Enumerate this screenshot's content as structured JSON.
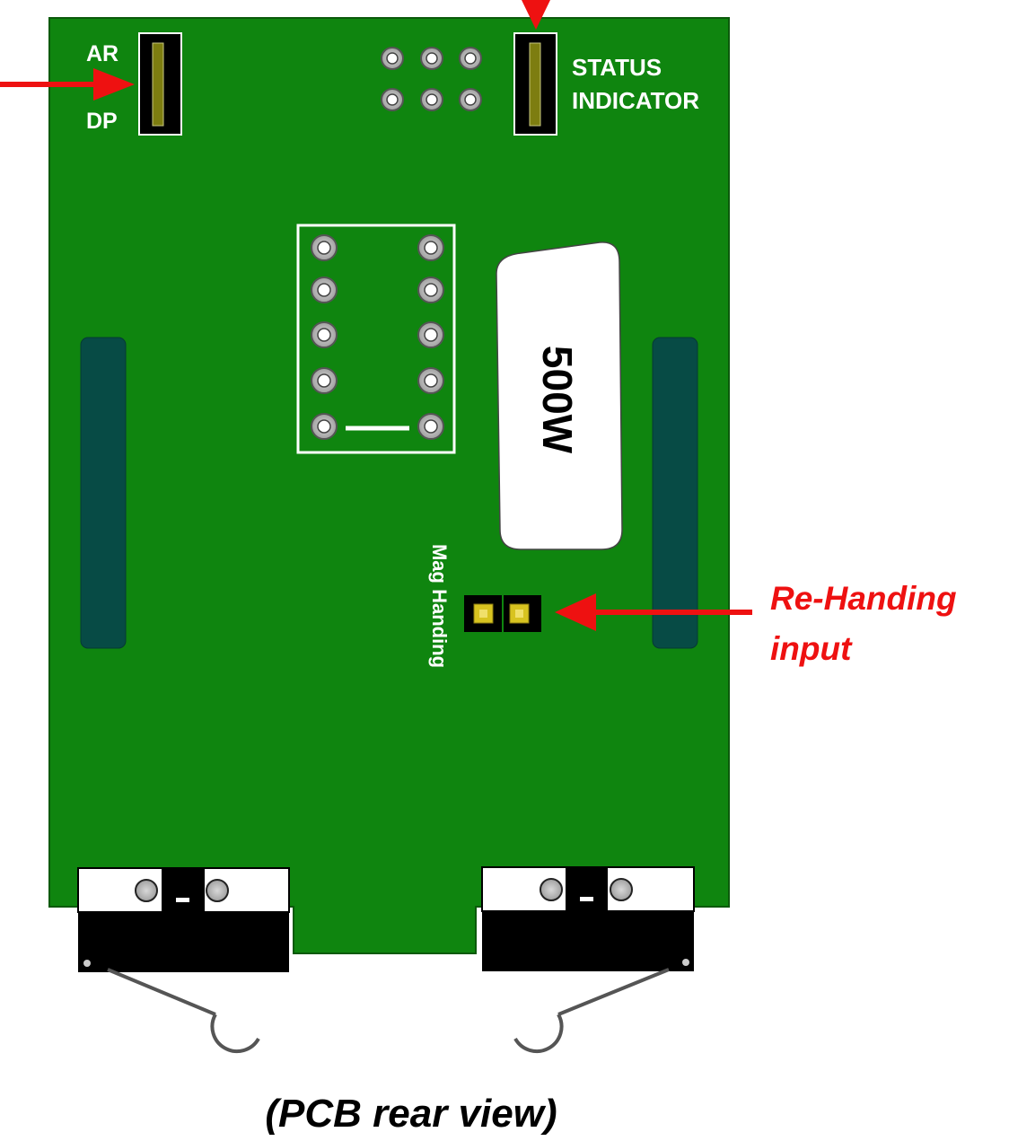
{
  "labels": {
    "ar": "AR",
    "dp": "DP",
    "status_line1": "STATUS",
    "status_line2": "INDICATOR",
    "resistor_value": "500W",
    "mag_handing": "Mag Handing",
    "rehanding_line1": "Re-Handing",
    "rehanding_line2": "input",
    "caption": "(PCB rear view)"
  },
  "colors": {
    "pcb_green": "#0f850f",
    "pad_teal": "#074b45",
    "annotation_red": "#ee1111",
    "jumper_yellow": "#d8c320"
  }
}
